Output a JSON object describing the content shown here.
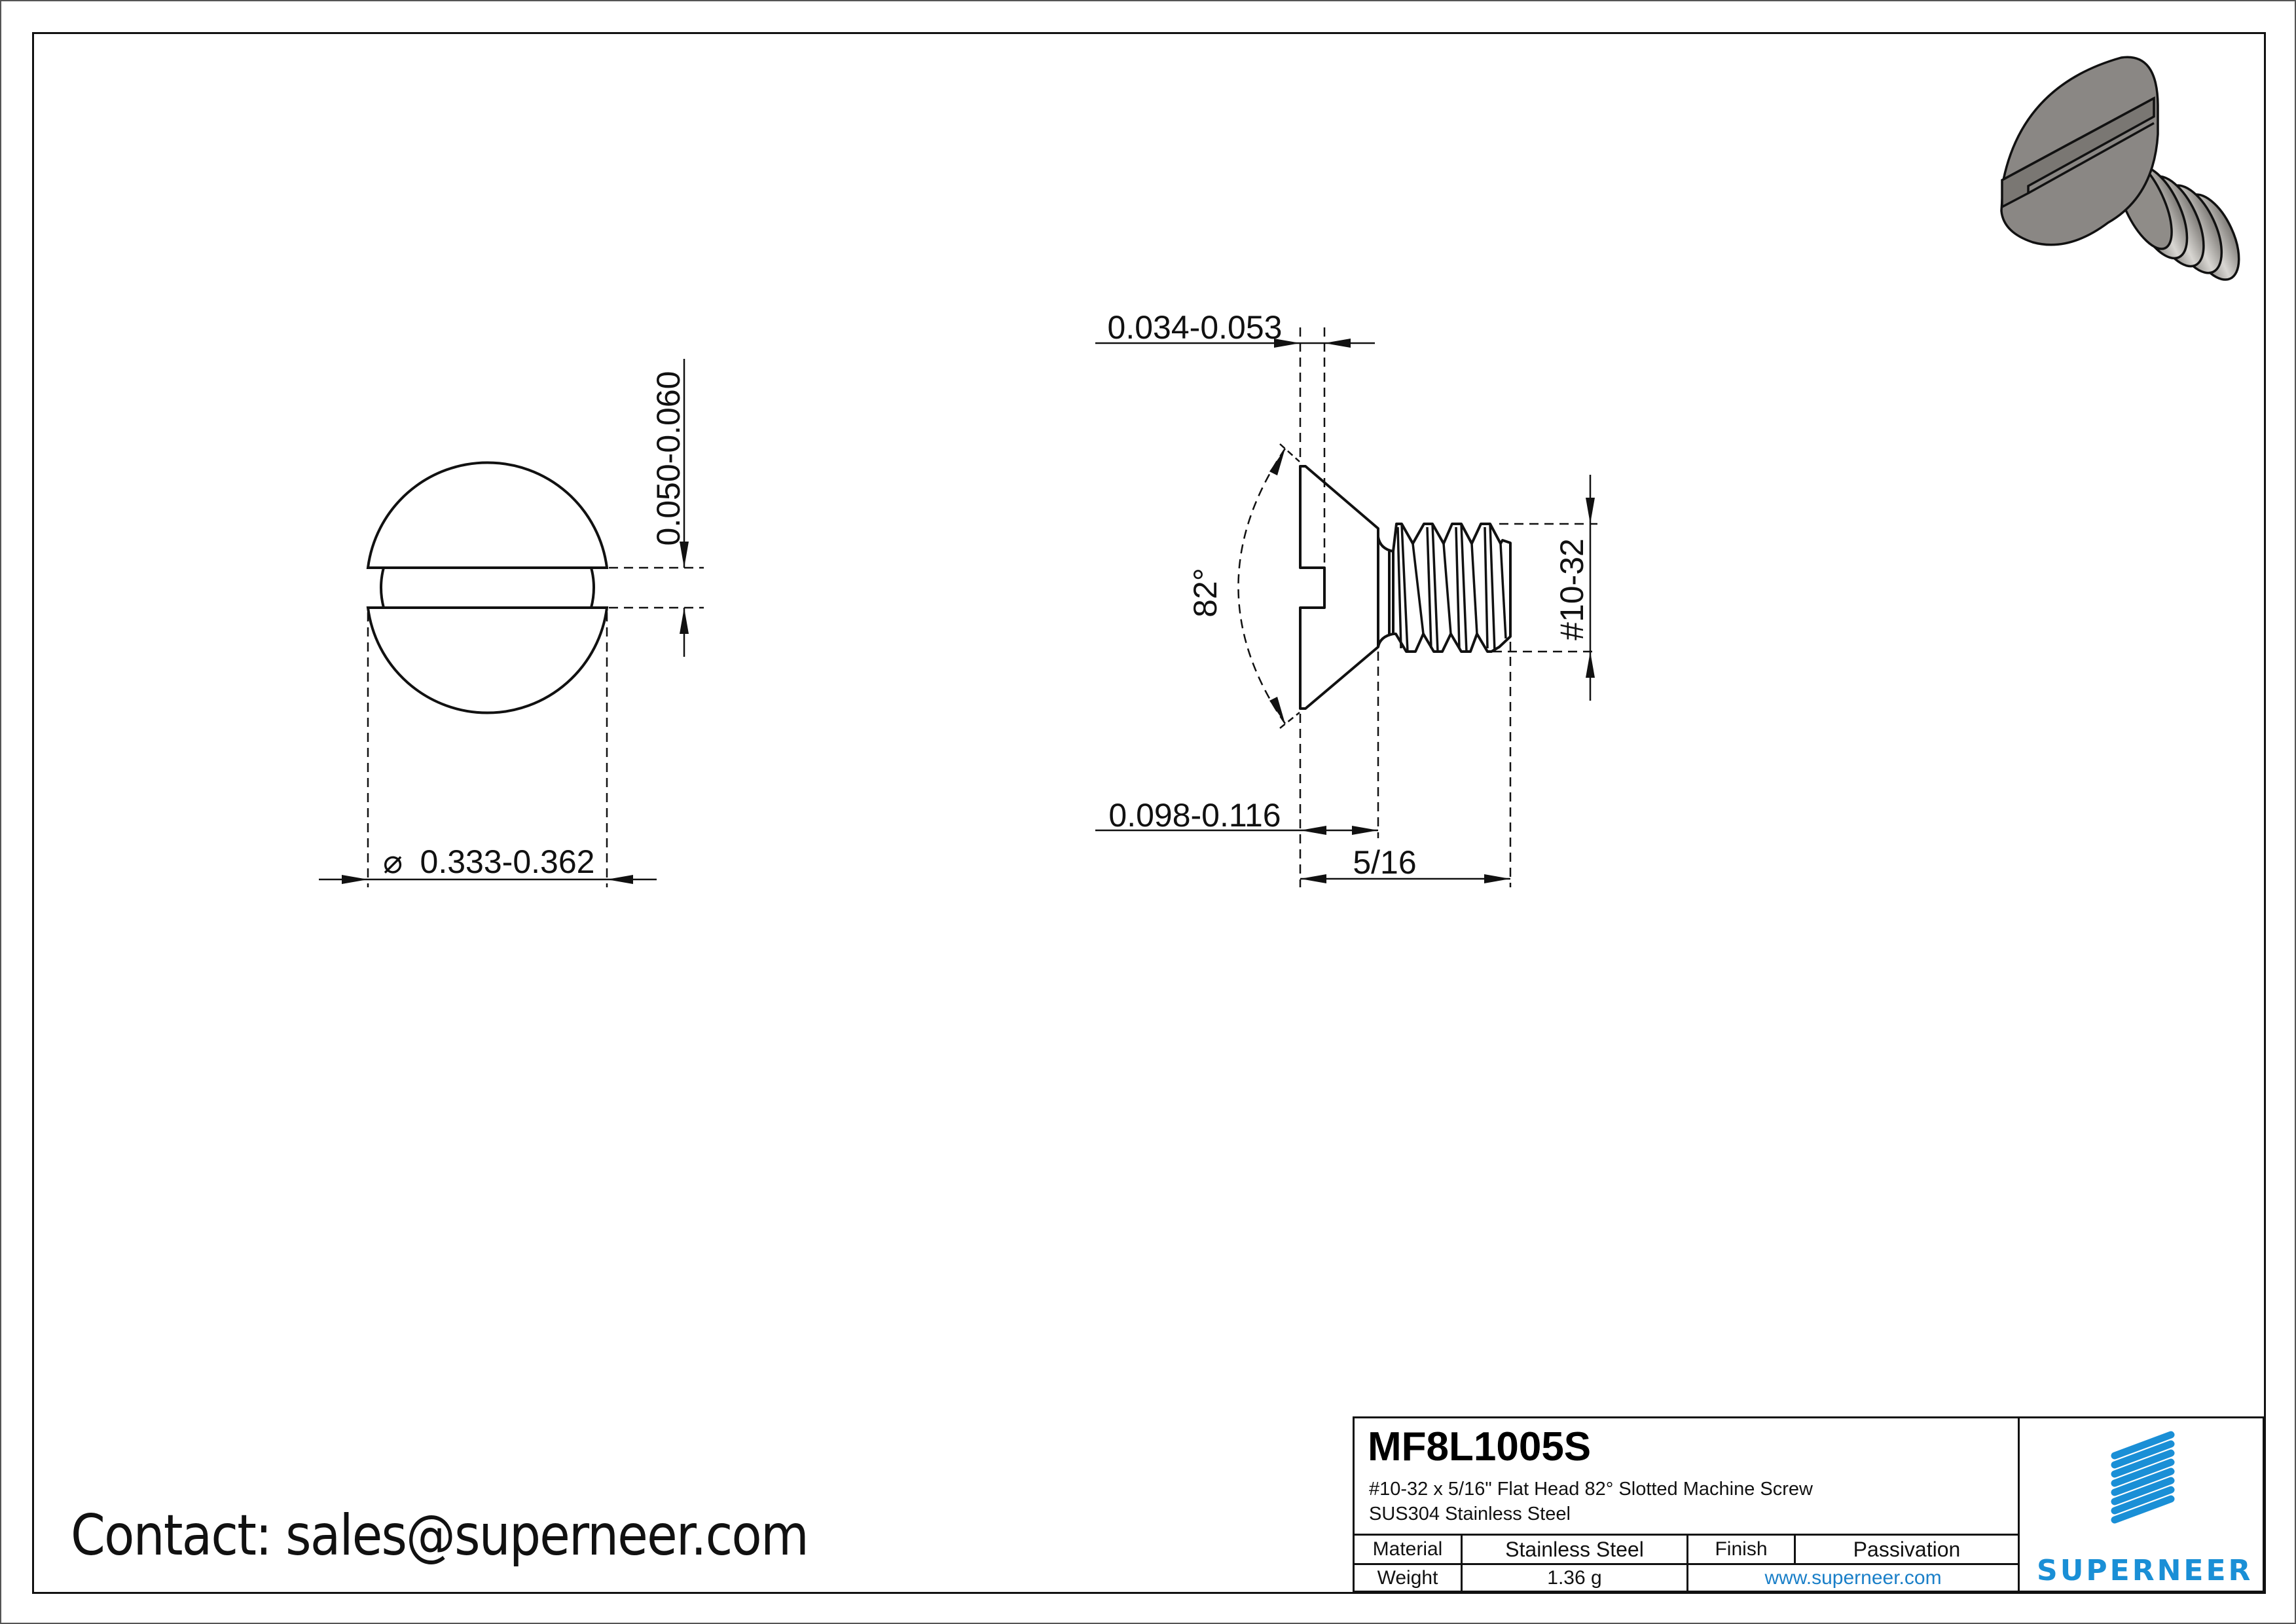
{
  "drawing": {
    "front_view": {
      "slot_width_dim": "0.050-0.060",
      "head_diameter_symbol": "⌀",
      "head_diameter_dim": "0.333-0.362"
    },
    "side_view": {
      "slot_depth_dim": "0.034-0.053",
      "head_height_dim": "0.098-0.116",
      "head_angle_dim": "82°",
      "length_dim": "5/16",
      "thread_dim": "#10-32"
    },
    "iso_view": {
      "label": "3D rendering of slotted flat head screw"
    }
  },
  "contact": {
    "text": "Contact: sales@superneer.com"
  },
  "title_block": {
    "part_number": "MF8L1005S",
    "description_line1": "#10-32 x 5/16\" Flat Head 82° Slotted Machine Screw",
    "description_line2": "SUS304 Stainless Steel",
    "rows": [
      {
        "label": "Material",
        "value": "Stainless Steel",
        "label2": "Finish",
        "value2": "Passivation"
      },
      {
        "label": "Weight",
        "value": "1.36 g",
        "website": "www.superneer.com"
      }
    ],
    "brand": "SUPERNEER"
  },
  "colors": {
    "line": "#111111",
    "brand_blue": "#1a8fd6",
    "link_blue": "#1a7fc8",
    "render_gray": "#8a8784"
  }
}
